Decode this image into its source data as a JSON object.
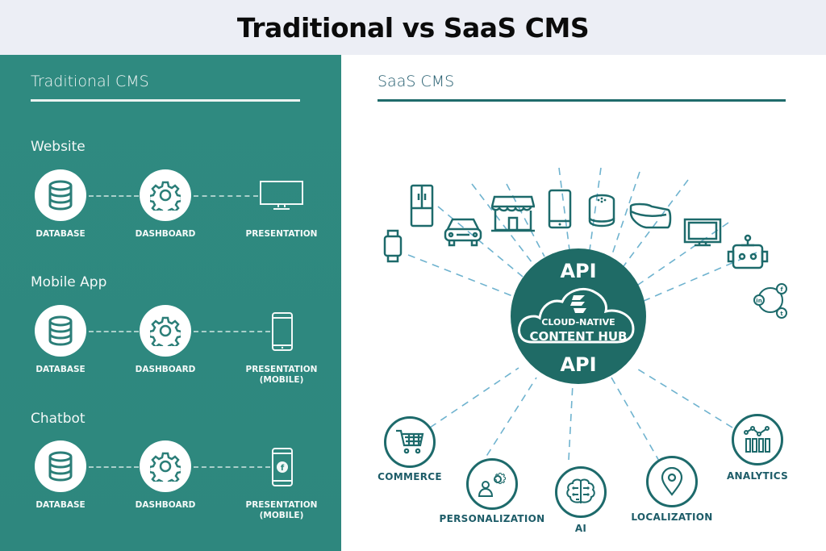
{
  "header": {
    "title": "Traditional vs SaaS CMS"
  },
  "left_panel": {
    "title": "Traditional CMS",
    "rows": [
      {
        "label": "Website",
        "nodes": [
          "DATABASE",
          "DASHBOARD",
          "PRESENTATION"
        ],
        "presentation_icon": "monitor-icon"
      },
      {
        "label": "Mobile App",
        "nodes": [
          "DATABASE",
          "DASHBOARD",
          "PRESENTATION (MOBILE)"
        ],
        "presentation_icon": "smartphone-icon"
      },
      {
        "label": "Chatbot",
        "nodes": [
          "DATABASE",
          "DASHBOARD",
          "PRESENTATION (MOBILE)"
        ],
        "presentation_icon": "smartphone-facebook-icon"
      }
    ]
  },
  "right_panel": {
    "title": "SaaS CMS",
    "hub": {
      "api_top": "API",
      "line1": "CLOUD-NATIVE",
      "line2": "CONTENT HUB",
      "api_bottom": "API"
    },
    "devices": [
      "smartwatch-icon",
      "refrigerator-icon",
      "car-icon",
      "storefront-icon",
      "smartphone-icon",
      "smart-speaker-icon",
      "vr-headset-icon",
      "tv-icon",
      "robot-icon",
      "social-network-icon"
    ],
    "services": [
      {
        "label": "COMMERCE",
        "icon": "shopping-cart-icon"
      },
      {
        "label": "PERSONALIZATION",
        "icon": "user-gear-icon"
      },
      {
        "label": "AI",
        "icon": "brain-circuit-icon"
      },
      {
        "label": "LOCALIZATION",
        "icon": "map-pin-icon"
      },
      {
        "label": "ANALYTICS",
        "icon": "analytics-chart-icon"
      }
    ]
  },
  "colors": {
    "primary_teal": "#2f8a80",
    "dark_teal": "#1f6b66",
    "header_bg": "#eceef5",
    "dash_blue": "#6fb3cf"
  }
}
